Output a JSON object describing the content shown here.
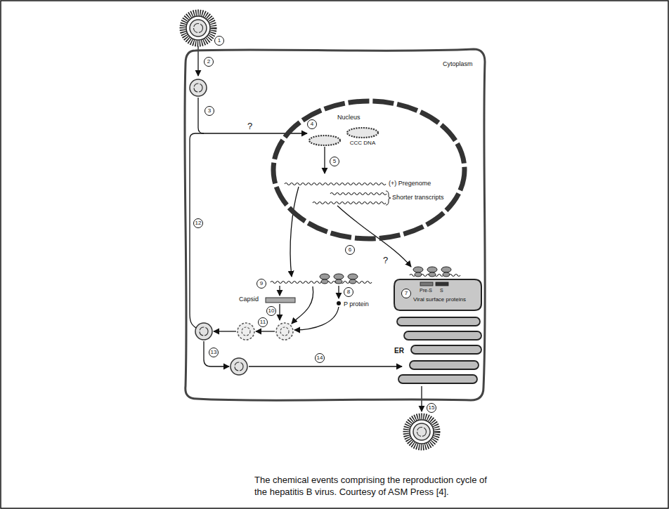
{
  "diagram": {
    "caption": "The chemical events comprising the reproduction cycle of the hepatitis B virus. Courtesy of ASM Press [4].",
    "nodes": [
      {
        "text": [
          "Cytoplasm"
        ]
      },
      {
        "text": [
          "Nucleus"
        ],
        "in": 0
      },
      {
        "text": [
          "CCC DNA"
        ],
        "in": 1
      },
      {
        "text": [
          "ER"
        ],
        "in": 0
      }
    ],
    "labels": [
      "1",
      "2",
      "3",
      "?",
      "4",
      "5",
      "(+) Pregenome",
      "Shorter transcripts",
      "6",
      "?",
      "7",
      "Pre-S",
      "S",
      "Viral surface proteins",
      "9",
      "8",
      "Capsid",
      "P protein",
      "10",
      "11",
      "12",
      "13",
      "14",
      "15"
    ]
  }
}
